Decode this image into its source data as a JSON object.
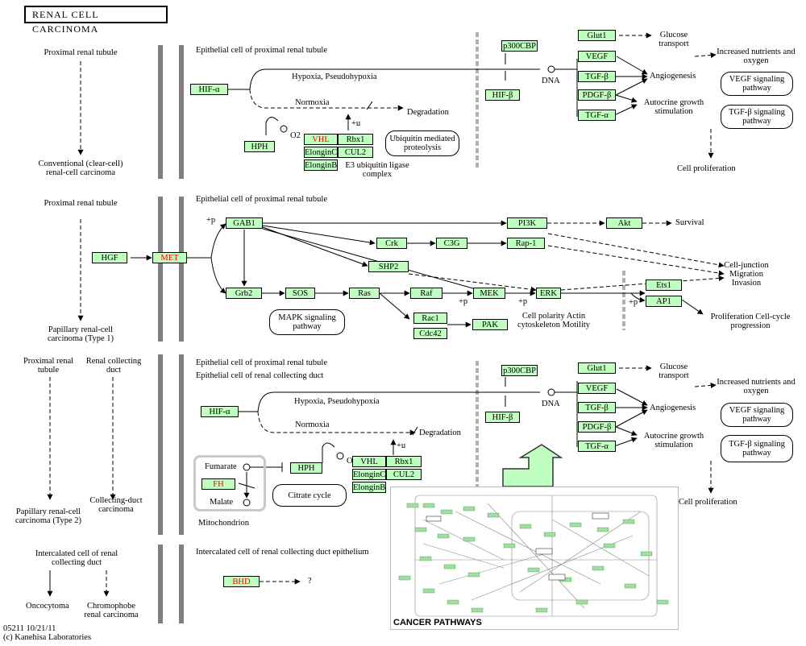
{
  "title": "RENAL CELL CARCINOMA",
  "footer": {
    "line1": "05211 10/21/11",
    "line2": "(c) Kanehisa Laboratories"
  },
  "inset": {
    "label": "CANCER PATHWAYS"
  },
  "panels": {
    "p1": {
      "left_tissue": "Proximal renal tubule",
      "left_outcome": "Conventional (clear-cell) renal-cell carcinoma",
      "cell": "Epithelial cell of proximal renal tubule",
      "hypoxia": "Hypoxia, Pseudohypoxia",
      "normoxia": "Normoxia",
      "degradation": "Degradation",
      "e3": "E3 ubiquitin ligase complex",
      "ubiq": "Ubiquitin mediated proteolysis",
      "dna": "DNA",
      "o2": "O2",
      "plus_u": "+u",
      "glucose": "Glucose transport",
      "nutrients": "Increased nutrients and oxygen",
      "angio": "Angiogenesis",
      "autocrine": "Autocrine growth stimulation",
      "vegf_path": "VEGF signaling pathway",
      "tgfb_path": "TGF-β signaling pathway",
      "prolif": "Cell proliferation",
      "nodes": {
        "hif_a": "HIF-α",
        "hph": "HPH",
        "vhl": "VHL",
        "rbx1": "Rbx1",
        "elonginc": "ElonginC",
        "cul2": "CUL2",
        "elonginb": "ElonginB",
        "p300": "p300CBP",
        "hif_b": "HIF-β",
        "glut1": "Glut1",
        "vegf": "VEGF",
        "tgfb": "TGF-β",
        "pdgfb": "PDGF-β",
        "tgfa": "TGF-α"
      }
    },
    "p2": {
      "left_tissue": "Proximal renal tubule",
      "left_outcome": "Papillary renal-cell carcinoma (Type 1)",
      "cell": "Epithelial cell of proximal renal tubule",
      "mapk": "MAPK signaling pathway",
      "survival": "Survival",
      "junction": "Cell-junction Migration Invasion",
      "prolif": "Proliferation Cell-cycle progression",
      "polarity": "Cell polarity Actin cytoskeleton Motility",
      "plus_p": "+p",
      "nodes": {
        "hgf": "HGF",
        "met": "MET",
        "gab1": "GAB1",
        "grb2": "Grb2",
        "sos": "SOS",
        "ras": "Ras",
        "raf": "Raf",
        "mek": "MEK",
        "erk": "ERK",
        "crk": "Crk",
        "c3g": "C3G",
        "rap1": "Rap-1",
        "shp2": "SHP2",
        "pi3k": "PI3K",
        "akt": "Akt",
        "ets1": "Ets1",
        "ap1": "AP1",
        "rac1": "Rac1",
        "cdc42": "Cdc42",
        "pak": "PAK"
      }
    },
    "p3": {
      "left_tissue1": "Proximal renal tubule",
      "left_tissue2": "Renal collecting duct",
      "left_outcome1": "Papillary renal-cell carcinoma (Type 2)",
      "left_outcome2": "Collecting-duct carcinoma",
      "cell1": "Epithelial cell of proximal renal tubule",
      "cell2": "Epithelial cell of renal collecting duct",
      "hypoxia": "Hypoxia, Pseudohypoxia",
      "normoxia": "Normoxia",
      "degradation": "Degradation",
      "fumarate": "Fumarate",
      "malate": "Malate",
      "citrate": "Citrate cycle",
      "mito": "Mitochondrion",
      "dna": "DNA",
      "o2": "O2",
      "plus_u": "+u",
      "glucose": "Glucose transport",
      "nutrients": "Increased nutrients and oxygen",
      "angio": "Angiogenesis",
      "autocrine": "Autocrine growth stimulation",
      "vegf_path": "VEGF signaling pathway",
      "tgfb_path": "TGF-β signaling pathway",
      "prolif": "Cell proliferation",
      "nodes": {
        "hif_a": "HIF-α",
        "fh": "FH",
        "hph": "HPH",
        "vhl": "VHL",
        "rbx1": "Rbx1",
        "elonginc": "ElonginC",
        "cul2": "CUL2",
        "elonginb": "ElonginB",
        "p300": "p300CBP",
        "hif_b": "HIF-β",
        "glut1": "Glut1",
        "vegf": "VEGF",
        "tgfb": "TGF-β",
        "pdgfb": "PDGF-β",
        "tgfa": "TGF-α"
      }
    },
    "p4": {
      "left_tissue": "Intercalated cell of renal collecting duct",
      "left_outcome1": "Oncocytoma",
      "left_outcome2": "Chromophobe renal carcinoma",
      "cell": "Intercalated cell of renal collecting duct epithelium",
      "bhd": "BHD",
      "unknown": "?"
    }
  }
}
